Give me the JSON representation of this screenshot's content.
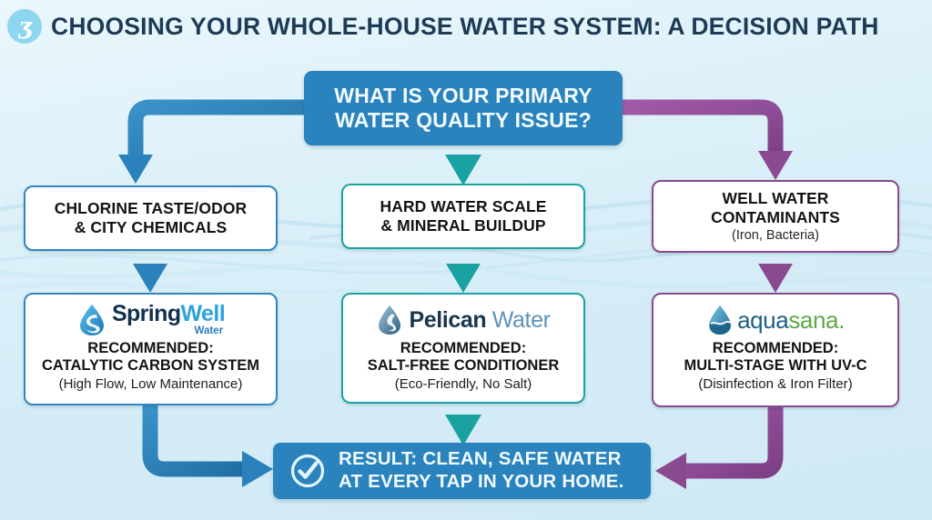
{
  "header": {
    "logo_icon": "circular-monogram-logo-icon",
    "title": "CHOOSING YOUR WHOLE-HOUSE WATER SYSTEM: A DECISION PATH"
  },
  "colors": {
    "background": "#d6edf7",
    "title_text": "#1d3b57",
    "decision_box": "#2a83bd",
    "branch_blue": "#2f86bf",
    "branch_teal": "#19a3a3",
    "branch_purple": "#8a4a8d",
    "logo_circle": "#8ed5f0"
  },
  "decision": {
    "line1": "WHAT IS YOUR PRIMARY",
    "line2": "WATER QUALITY ISSUE?"
  },
  "branches": [
    {
      "id": "chlorine",
      "accent": "#2f86bf",
      "issue": {
        "line1": "CHLORINE TASTE/ODOR",
        "line2": "& CITY CHEMICALS",
        "sub": ""
      },
      "recommendation": {
        "brand_name": "SpringWell Water",
        "brand_part1": "Spring",
        "brand_part2": "Well",
        "brand_sub": "Water",
        "brand_icon": "water-drop-icon",
        "line1": "RECOMMENDED:",
        "line2": "CATALYTIC CARBON SYSTEM",
        "sub": "(High Flow, Low Maintenance)"
      }
    },
    {
      "id": "hardwater",
      "accent": "#19a3a3",
      "issue": {
        "line1": "HARD WATER SCALE",
        "line2": "& MINERAL BUILDUP",
        "sub": ""
      },
      "recommendation": {
        "brand_name": "Pelican Water",
        "brand_part1": "Pelican",
        "brand_part2": " Water",
        "brand_sub": "",
        "brand_icon": "water-drop-icon",
        "line1": "RECOMMENDED:",
        "line2": "SALT-FREE CONDITIONER",
        "sub": "(Eco-Friendly, No Salt)"
      }
    },
    {
      "id": "wellwater",
      "accent": "#8a4a8d",
      "issue": {
        "line1": "WELL WATER",
        "line2": "CONTAMINANTS",
        "sub": "(Iron, Bacteria)"
      },
      "recommendation": {
        "brand_name": "aquasana.",
        "brand_part1": "aqua",
        "brand_part2": "sana",
        "brand_sub": ".",
        "brand_icon": "water-drop-wave-icon",
        "line1": "RECOMMENDED:",
        "line2": "MULTI-STAGE WITH UV-C",
        "sub": "(Disinfection & Iron Filter)"
      }
    }
  ],
  "result": {
    "icon": "check-circle-icon",
    "line1": "RESULT: CLEAN, SAFE WATER",
    "line2": "AT EVERY TAP IN YOUR HOME."
  }
}
